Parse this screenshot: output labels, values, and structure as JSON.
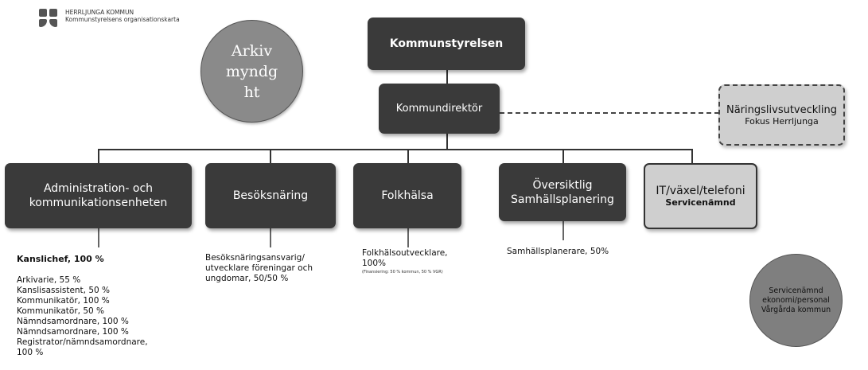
{
  "header": {
    "org_name": "HERRLJUNGA KOMMUN",
    "subtitle": "Kommunstyrelsens organisationskarta"
  },
  "arkiv_circle": {
    "line1": "Arkiv",
    "line2": "myndg",
    "line3": "ht"
  },
  "top": {
    "label": "Kommunstyrelsen"
  },
  "director": {
    "label": "Kommundirektör"
  },
  "naringsliv": {
    "line1": "Näringslivsutveckling",
    "line2": "Fokus Herrljunga"
  },
  "units": {
    "admin": {
      "line1": "Administration- och",
      "line2": "kommunikationsenheten"
    },
    "besok": {
      "label": "Besöksnäring"
    },
    "folk": {
      "label": "Folkhälsa"
    },
    "oversikt": {
      "line1": "Översiktlig",
      "line2": "Samhällsplanering"
    },
    "it": {
      "line1": "IT/växel/telefoni",
      "line2": "Servicenämnd"
    }
  },
  "staff": {
    "admin_head": "Kanslichef, 100 %",
    "admin_list": [
      "Arkivarie, 55 %",
      "Kanslisassistent, 50 %",
      "Kommunikatör, 100 %",
      "Kommunikatör, 50 %",
      "Nämndsamordnare, 100 %",
      "Nämndsamordnare, 100 %",
      "Registrator/nämndsamordnare,",
      "100 %"
    ],
    "besok_text": [
      "Besöksnäringsansvarig/",
      "utvecklare föreningar och",
      "ungdomar, 50/50 %"
    ],
    "folk_text": [
      "Folkhälsoutvecklare,",
      "100%"
    ],
    "folk_note": "(Finansiering: 50 % kommun, 50 % VGR)",
    "oversikt_text": "Samhällsplanerare, 50%"
  },
  "service_circle": {
    "line1": "Servicenämnd",
    "line2": "ekonomi/personal",
    "line3": "Vårgårda kommun"
  },
  "colors": {
    "dark_box": "#3a3a3a",
    "arkiv_circle": "#8a8a8a",
    "it_box": "#cfcfcf",
    "naringsliv_box": "#cfcfcf",
    "service_circle": "#7f7f7f"
  }
}
